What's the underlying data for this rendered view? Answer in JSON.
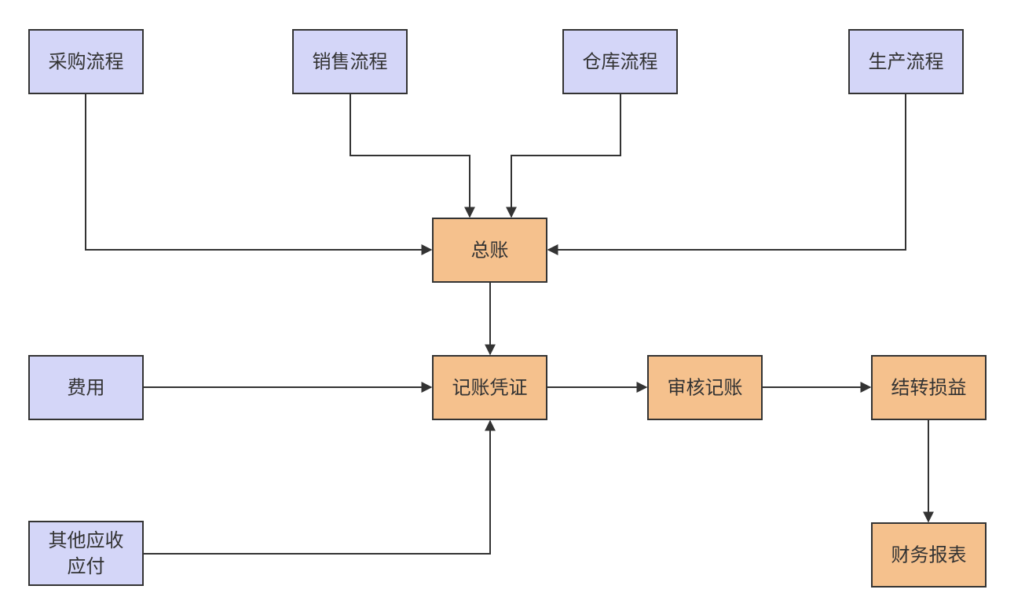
{
  "colors": {
    "source_fill": "#d4d6f8",
    "process_fill": "#f5c18d",
    "stroke": "#333333",
    "text": "#333333"
  },
  "nodes": [
    {
      "id": "caigou",
      "lines": [
        "采购流程"
      ],
      "kind": "source"
    },
    {
      "id": "xiaoshou",
      "lines": [
        "销售流程"
      ],
      "kind": "source"
    },
    {
      "id": "cangku",
      "lines": [
        "仓库流程"
      ],
      "kind": "source"
    },
    {
      "id": "shengchan",
      "lines": [
        "生产流程"
      ],
      "kind": "source"
    },
    {
      "id": "zongzhang",
      "lines": [
        "总账"
      ],
      "kind": "process"
    },
    {
      "id": "feiyong",
      "lines": [
        "费用"
      ],
      "kind": "source"
    },
    {
      "id": "jizhang_pingzheng",
      "lines": [
        "记账凭证"
      ],
      "kind": "process"
    },
    {
      "id": "shenhe_jizhang",
      "lines": [
        "审核记账"
      ],
      "kind": "process"
    },
    {
      "id": "jiezhuan_sunyi",
      "lines": [
        "结转损益"
      ],
      "kind": "process"
    },
    {
      "id": "qita_yingshou",
      "lines": [
        "其他应收",
        "应付"
      ],
      "kind": "source"
    },
    {
      "id": "caiwu_baobiao",
      "lines": [
        "财务报表"
      ],
      "kind": "process"
    }
  ],
  "edges": [
    {
      "from": "caigou",
      "to": "zongzhang"
    },
    {
      "from": "xiaoshou",
      "to": "zongzhang"
    },
    {
      "from": "cangku",
      "to": "zongzhang"
    },
    {
      "from": "shengchan",
      "to": "zongzhang"
    },
    {
      "from": "zongzhang",
      "to": "jizhang_pingzheng"
    },
    {
      "from": "feiyong",
      "to": "jizhang_pingzheng"
    },
    {
      "from": "qita_yingshou",
      "to": "jizhang_pingzheng"
    },
    {
      "from": "jizhang_pingzheng",
      "to": "shenhe_jizhang"
    },
    {
      "from": "shenhe_jizhang",
      "to": "jiezhuan_sunyi"
    },
    {
      "from": "jiezhuan_sunyi",
      "to": "caiwu_baobiao"
    }
  ]
}
